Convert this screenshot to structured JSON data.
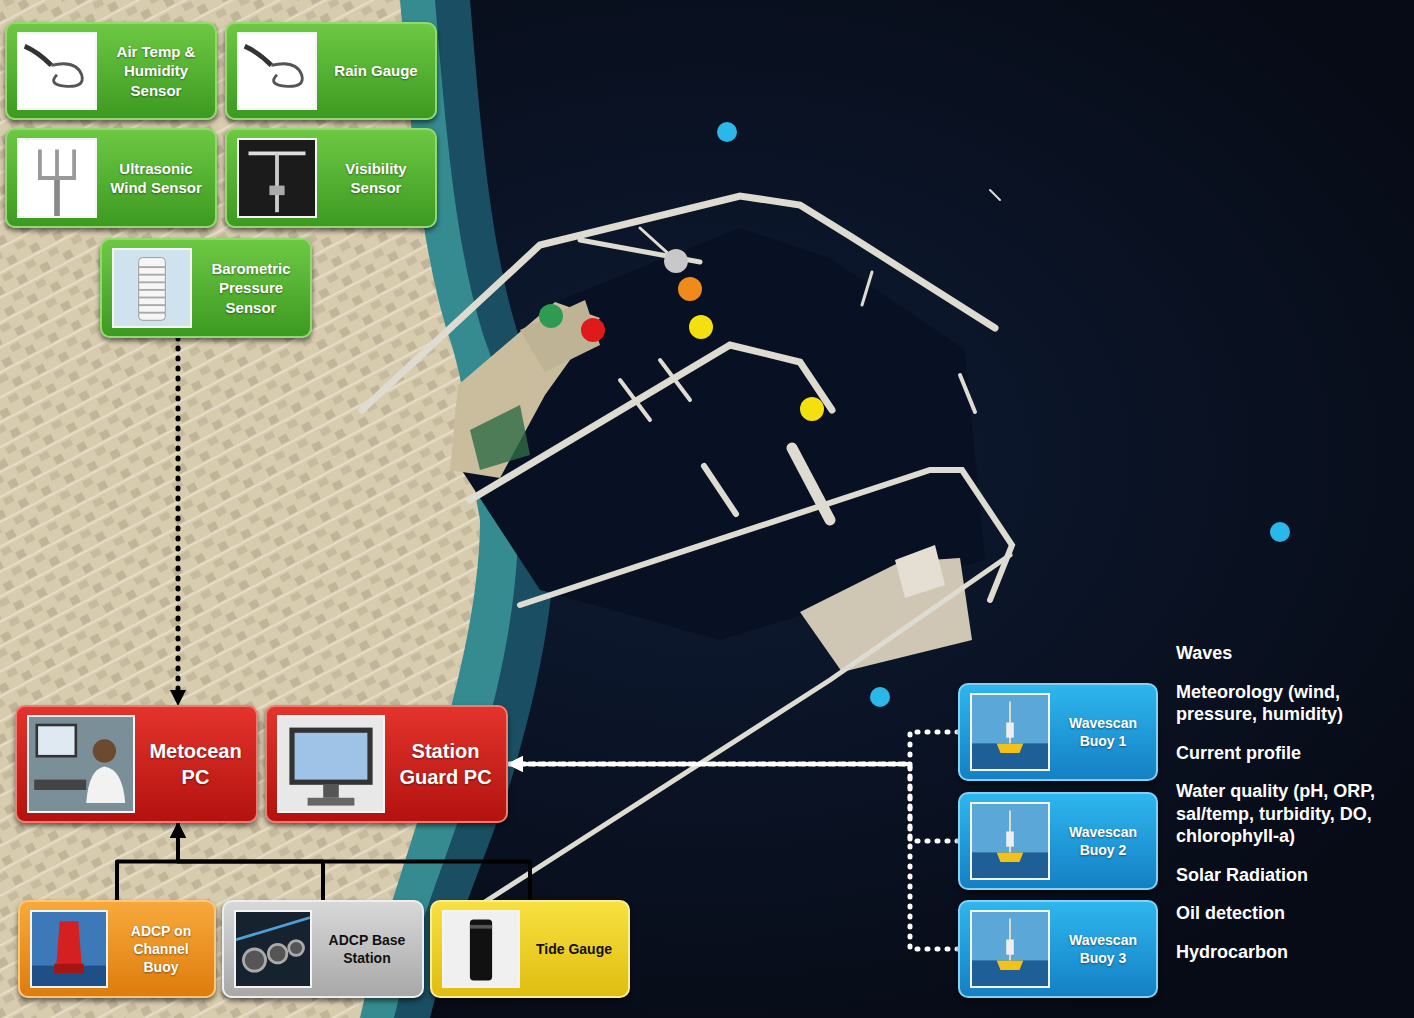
{
  "diagram": {
    "nodes": [
      {
        "text": [
          "Air Temp & Humidity Sensor"
        ]
      },
      {
        "text": [
          "Rain Gauge"
        ]
      },
      {
        "text": [
          "Ultrasonic Wind Sensor"
        ]
      },
      {
        "text": [
          "Visibility Sensor"
        ]
      },
      {
        "text": [
          "Barometric Pressure Sensor"
        ]
      },
      {
        "text": [
          "Metocean PC"
        ]
      },
      {
        "text": [
          "Station Guard PC"
        ]
      },
      {
        "text": [
          "ADCP on Channel Buoy"
        ]
      },
      {
        "text": [
          "ADCP Base Station"
        ]
      },
      {
        "text": [
          "Tide Gauge"
        ]
      },
      {
        "text": [
          "Wavescan Buoy 1"
        ]
      },
      {
        "text": [
          "Wavescan Buoy 2"
        ]
      },
      {
        "text": [
          "Wavescan Buoy 3"
        ]
      }
    ],
    "edges": [
      {
        "from": 4,
        "to": 5,
        "arrow": "to"
      },
      {
        "from": 7,
        "to": 5,
        "arrow": "to"
      },
      {
        "from": 8,
        "to": 5,
        "arrow": "to"
      },
      {
        "from": 9,
        "to": 5,
        "arrow": "to"
      },
      {
        "from": 10,
        "to": 6,
        "arrow": "to"
      },
      {
        "from": 11,
        "to": 6,
        "arrow": "to"
      },
      {
        "from": 12,
        "to": 6,
        "arrow": "to"
      }
    ],
    "labels": [
      "Waves",
      "Meteorology (wind, pressure, humidity)",
      "Current profile",
      "Water quality (pH, ORP, sal/temp, turbidity, DO, chlorophyll-a)",
      "Solar Radiation",
      "Oil detection",
      "Hydrocarbon"
    ]
  }
}
